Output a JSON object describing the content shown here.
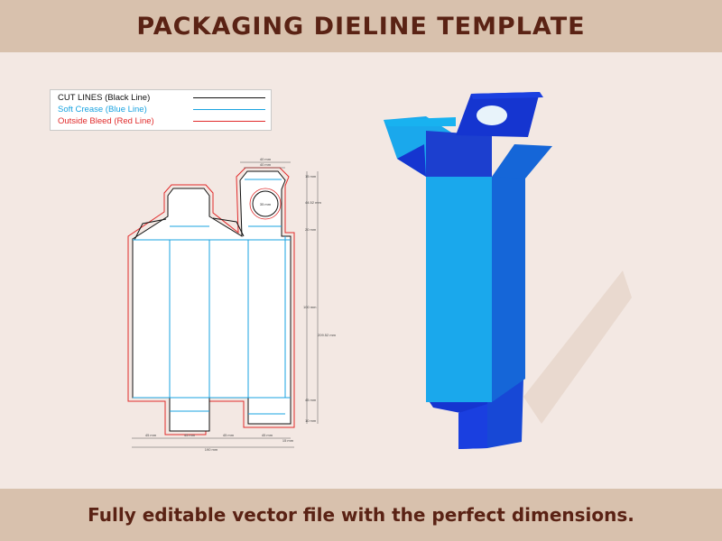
{
  "header": {
    "title": "PACKAGING DIELINE TEMPLATE"
  },
  "legend": {
    "cut": "CUT LINES (Black Line)",
    "crease": "Soft Crease (Blue Line)",
    "bleed": "Outside Bleed (Red Line)"
  },
  "colors": {
    "cut": "#111111",
    "crease": "#1aa3e0",
    "bleed": "#e12b2b",
    "box_front": "#1aa8ec",
    "box_side": "#1566d8",
    "box_dark": "#1535d0",
    "band": "#d8c1ad",
    "title_text": "#5a2214"
  },
  "dieline": {
    "hole_label": "35 mm",
    "dims": {
      "top_width_outer": "40 mm",
      "top_width_inner": "40 mm",
      "tuck": "15 mm",
      "top_flap": "44.52 mm",
      "dust_gap": "20 mm",
      "body": "100 mm",
      "total_height": "209.52 mm",
      "bottom_flap": "45 mm",
      "bottom_tuck": "10 mm",
      "panel_1": "45 mm",
      "panel_2": "45 mm",
      "panel_3": "45 mm",
      "panel_4": "45 mm",
      "glue": "15 mm",
      "total_width": "190 mm"
    }
  },
  "footer": {
    "caption": "Fully editable vector file with the perfect dimensions."
  }
}
